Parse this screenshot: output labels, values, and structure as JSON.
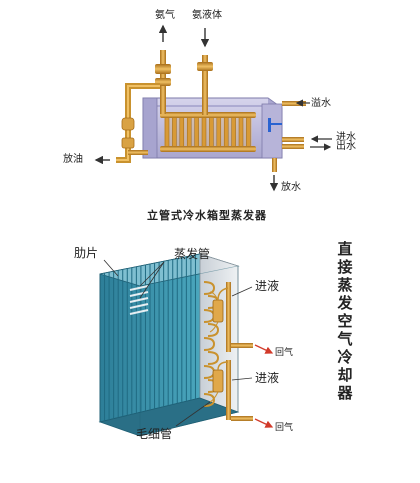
{
  "top_diagram": {
    "labels": {
      "ammonia_gas": "氨气",
      "ammonia_liquid": "氨液体",
      "overflow": "溢水",
      "water_in": "进水",
      "water_out": "出水",
      "oil_drain": "放油",
      "water_drain": "放水"
    },
    "caption": "立管式冷水箱型蒸发器"
  },
  "bottom_diagram": {
    "labels": {
      "fins": "肋片",
      "evaporator_tube": "蒸发管",
      "liquid_in_1": "进液",
      "liquid_in_2": "进液",
      "return_gas_1": "回气",
      "return_gas_2": "回气",
      "capillary": "毛细管"
    },
    "title_chars": [
      "直",
      "接",
      "蒸",
      "发",
      "空",
      "气",
      "冷",
      "却",
      "器"
    ]
  },
  "colors": {
    "pipe": "#c9922e",
    "tank": "#b9b6d8",
    "coil_teal": "#3a8fa6",
    "arrow": "#333333",
    "return_arrow": "#d23a2a"
  }
}
